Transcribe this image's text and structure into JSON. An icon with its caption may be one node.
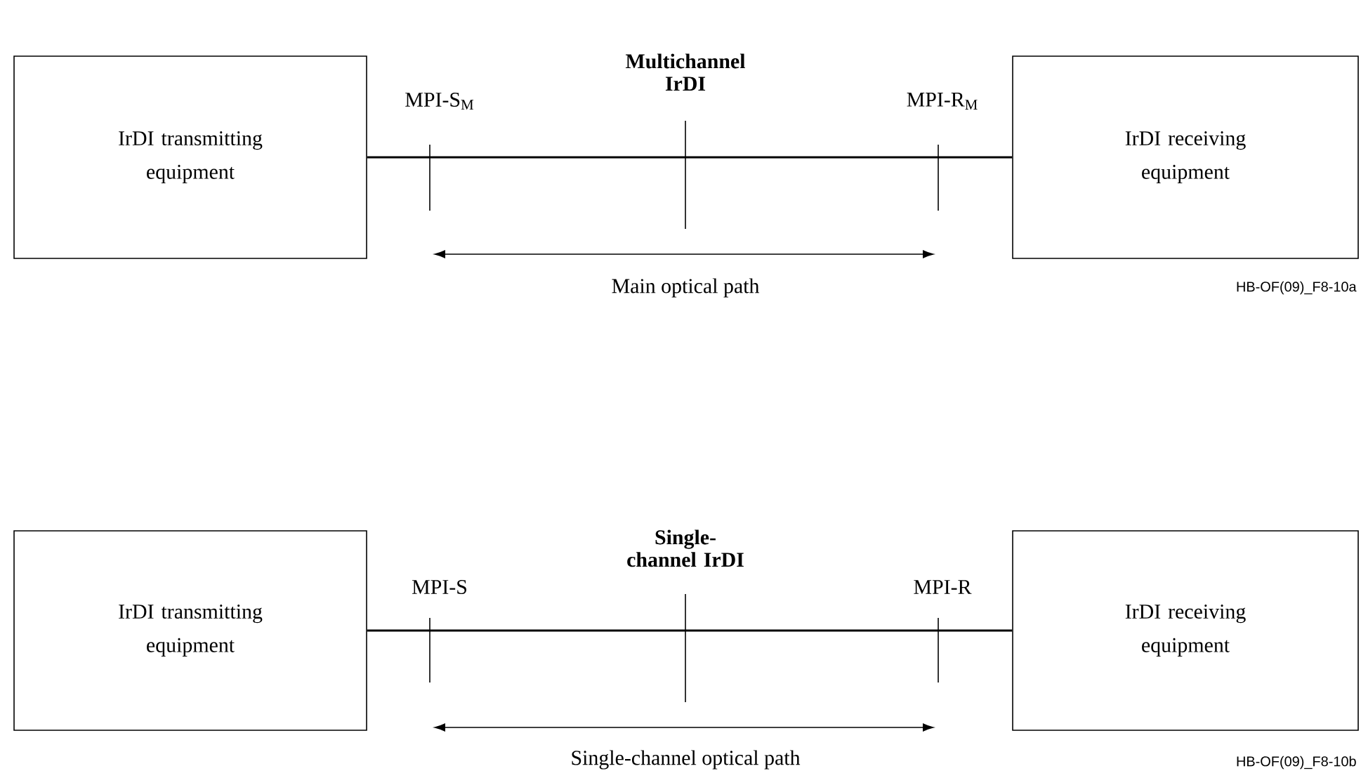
{
  "diagram": {
    "nodes": [
      {
        "text": [
          "IrDI transmitting equipment"
        ]
      },
      {
        "text": [
          "IrDI receiving equipment"
        ]
      },
      {
        "text": [
          "IrDI transmitting equipment"
        ]
      },
      {
        "text": [
          "IrDI receiving equipment"
        ]
      }
    ],
    "edges": [
      {
        "from": 0,
        "to": 1,
        "arrow": "none"
      },
      {
        "from": 2,
        "to": 3,
        "arrow": "none"
      }
    ],
    "labels": [
      "Multichannel IrDI",
      "MPI-S$_{M}$",
      "MPI-R$_{M}$",
      "Main optical path",
      "HB-OF(09)_F8-10a",
      "Single-channel IrDI",
      "MPI-S",
      "MPI-R",
      "Single-channel optical path",
      "HB-OF(09)_F8-10b"
    ]
  }
}
